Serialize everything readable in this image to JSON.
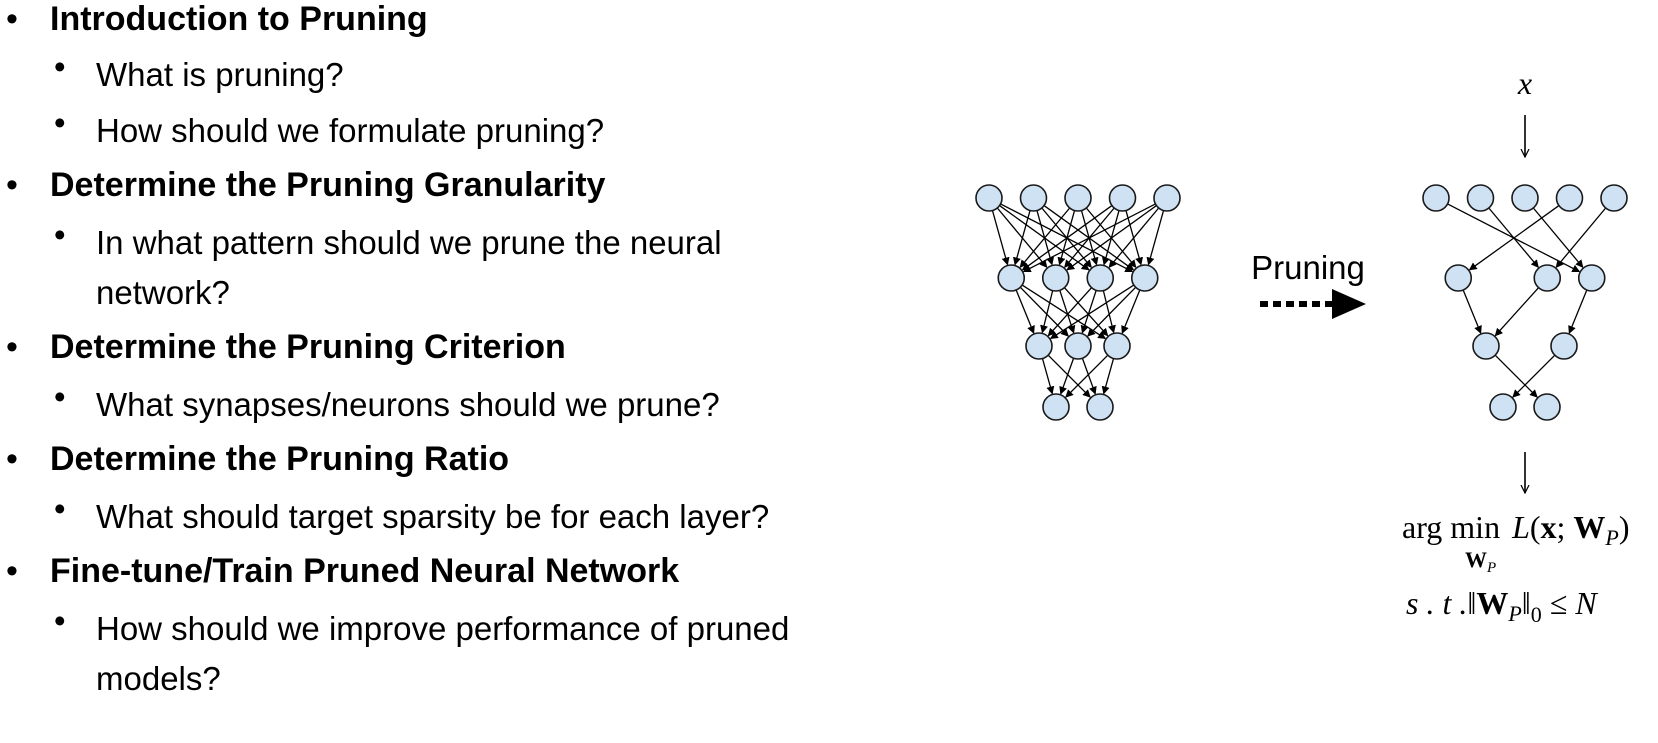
{
  "outline": [
    {
      "title": "Introduction to Pruning",
      "items": [
        "What is pruning?",
        "How should we formulate pruning?"
      ]
    },
    {
      "title": "Determine the Pruning Granularity",
      "items": [
        "In what pattern should we prune the neural",
        "network?"
      ]
    },
    {
      "title": "Determine the Pruning Criterion",
      "items": [
        "What synapses/neurons should we prune?"
      ]
    },
    {
      "title": "Determine the Pruning Ratio",
      "items": [
        "What should target sparsity be for each layer?"
      ]
    },
    {
      "title": "Fine-tune/Train Pruned Neural Network",
      "items": [
        "How should we improve performance of pruned",
        "models?"
      ]
    }
  ],
  "bullet_char": "•",
  "diagram": {
    "arrow_label": "Pruning",
    "input_label": "x",
    "objective": {
      "argmin": "arg min",
      "min_sub": "W",
      "min_sub_sub": "P",
      "loss_L": "L",
      "loss_x": "x",
      "loss_sep": ";",
      "loss_W": "W",
      "loss_W_sub": "P",
      "constraint_st": "s . t .",
      "constraint_norm_open": "‖",
      "constraint_W": "W",
      "constraint_W_sub": "P",
      "constraint_norm_close": "‖",
      "constraint_norm_sub": "0",
      "constraint_le": "≤",
      "constraint_N": "N"
    },
    "node_fill": "#cfe2f3",
    "node_stroke": "#1a1a1a"
  }
}
